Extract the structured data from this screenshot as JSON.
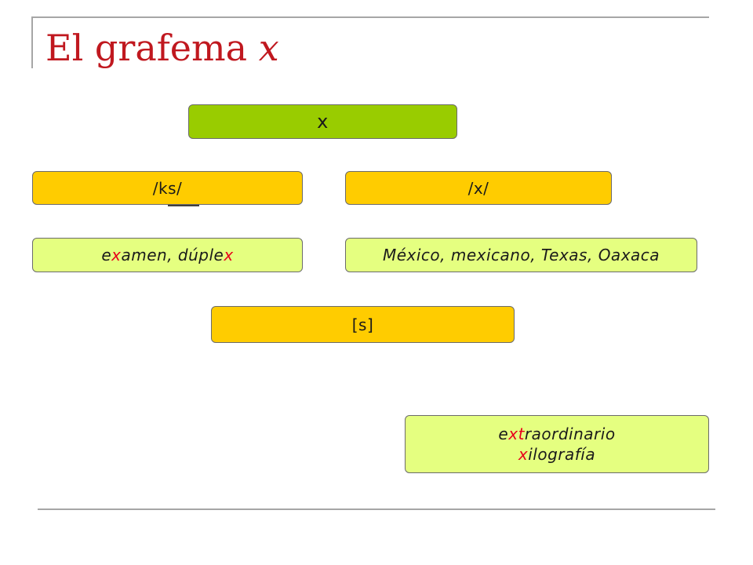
{
  "slide": {
    "title_main": "El grafema ",
    "title_var": "x"
  },
  "tree": {
    "root": "x",
    "phoneme_ks": "/ks/",
    "phoneme_x": "/x/",
    "examples_ks": {
      "parts": [
        "e",
        "x",
        "amen, dúple",
        "x"
      ]
    },
    "examples_x": "México, mexicano, Texas, Oaxaca",
    "allophone_s": "[s]",
    "examples_s": {
      "line1": {
        "parts": [
          "e",
          "xt",
          "raordinario"
        ]
      },
      "line2": {
        "parts": [
          "x",
          "ilografía"
        ]
      }
    }
  },
  "colors": {
    "title": "#c0181f",
    "root_fill": "#99cc00",
    "phoneme_fill": "#ffcc00",
    "example_fill": "#e5ff80",
    "highlight": "#e8001c",
    "rule": "#a6a6a6"
  }
}
